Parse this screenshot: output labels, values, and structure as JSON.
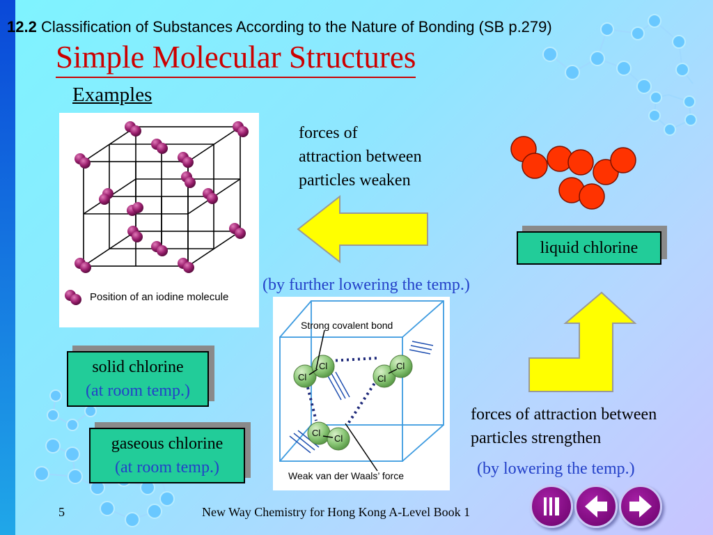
{
  "header": {
    "section_number": "12.2",
    "section_title": "Classification of Substances According to the Nature of Bonding (SB p.279)"
  },
  "title": "Simple Molecular Structures",
  "subtitle": "Examples",
  "iodine_panel": {
    "caption": "Position of an iodine molecule"
  },
  "top_note": [
    "forces of",
    "attraction between",
    "particles weaken"
  ],
  "liquid_box": {
    "label": "liquid chlorine"
  },
  "further_lowering": "(by further lowering the temp.)",
  "solid_box": {
    "label": "solid chlorine",
    "note": "(at room temp.)"
  },
  "gaseous_box": {
    "label": "gaseous chlorine",
    "note": "(at room temp.)"
  },
  "chlorine_panel": {
    "covalent_label": "Strong covalent bond",
    "vdw_label": "Weak van der Waals’ force",
    "atom_symbol": "Cl"
  },
  "bottom_note": [
    "forces of attraction between",
    "particles strengthen"
  ],
  "lowering": "(by lowering the temp.)",
  "footer": {
    "page": "5",
    "book": "New Way Chemistry for Hong Kong A-Level Book 1"
  },
  "nav": [
    "index-icon",
    "back-arrow-icon",
    "forward-arrow-icon"
  ],
  "colors": {
    "title": "#cc0000",
    "state_box": "#22cc99",
    "arrow": "#ffff00",
    "note_blue": "#2340c8",
    "atom_red": "#ff3300",
    "iodine": "#9b1f6e"
  }
}
